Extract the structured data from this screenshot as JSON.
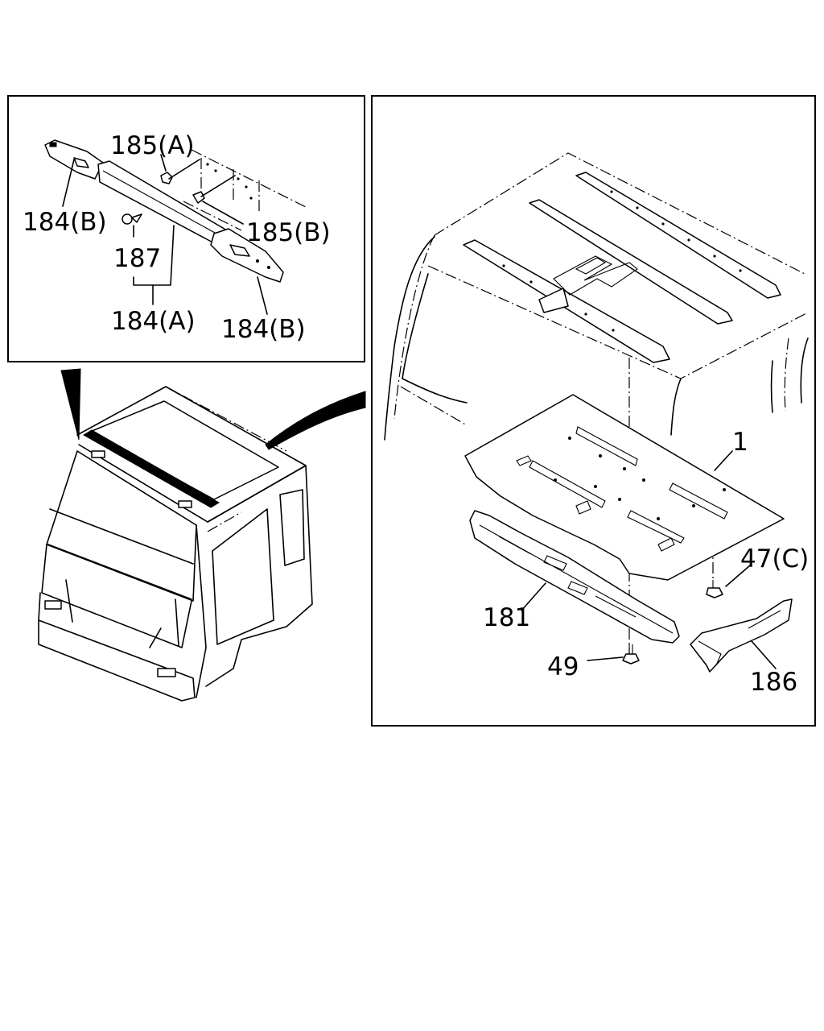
{
  "callouts": {
    "c185a": "185(A)",
    "c184b_top": "184(B)",
    "c185b": "185(B)",
    "c187": "187",
    "c184a": "184(A)",
    "c184b_bottom": "184(B)",
    "c1": "1",
    "c47c": "47(C)",
    "c181": "181",
    "c49": "49",
    "c186": "186"
  }
}
